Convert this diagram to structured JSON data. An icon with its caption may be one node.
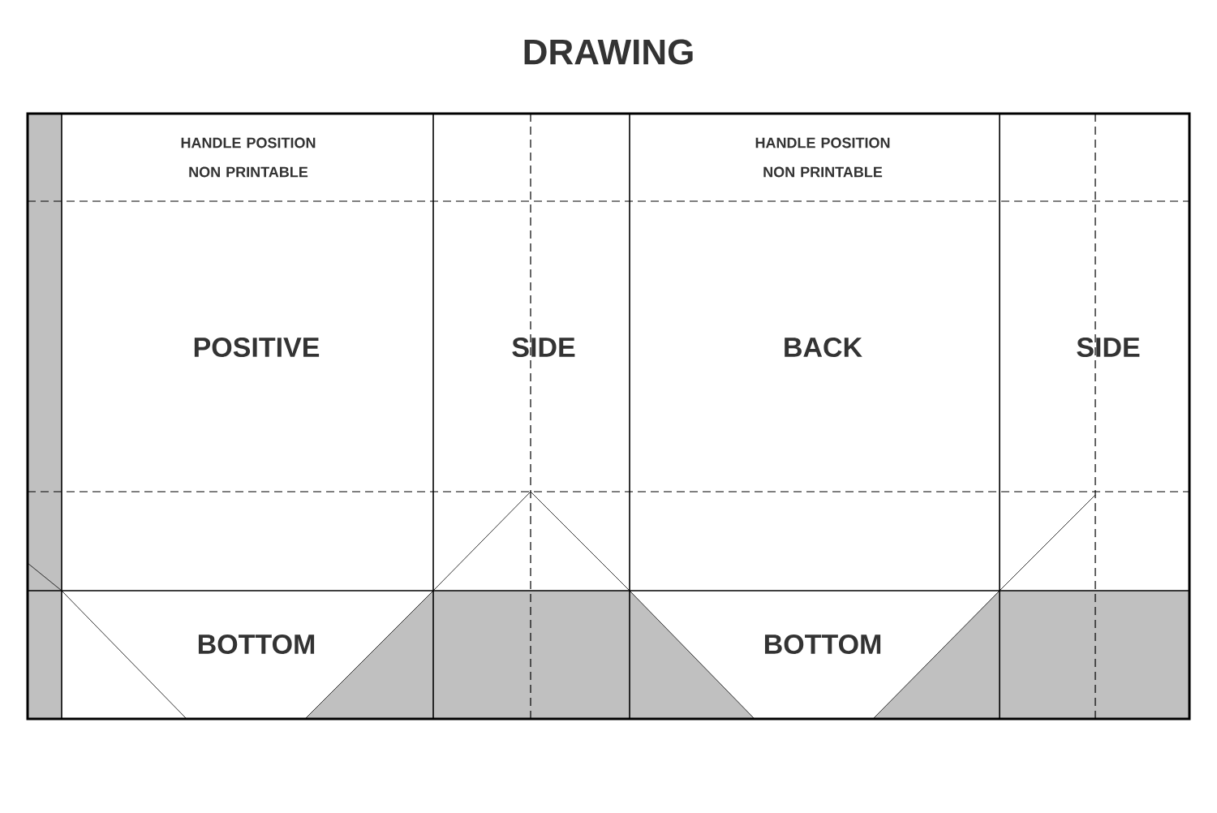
{
  "diagram": {
    "title": "DRAWING",
    "labels": [
      "HANDLE POSITION NON PRINTABLE",
      "HANDLE POSITION NON PRINTABLE",
      "POSITIVE",
      "SIDE",
      "BACK",
      "SIDE",
      "BOTTOM",
      "BOTTOM"
    ]
  }
}
